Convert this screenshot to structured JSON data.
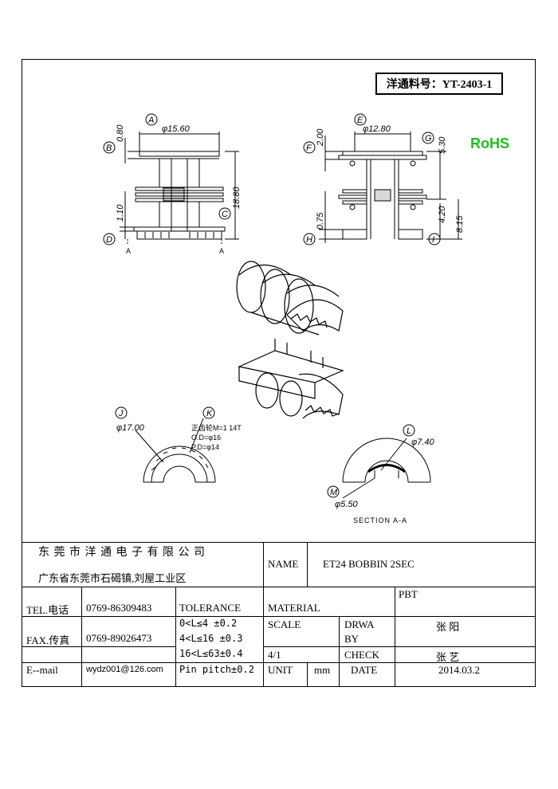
{
  "part_number": "洋通料号：YT-2403-1",
  "rohs": "RoHS",
  "dims": {
    "a_label": "A",
    "a_value": "φ15.60",
    "b_label": "B",
    "b_value": "0.80",
    "c_label": "C",
    "c_value": "18.80",
    "d_label": "D",
    "d_value": "1.10",
    "section_mark": "A",
    "e_label": "E",
    "e_value": "φ12.80",
    "f_label": "F",
    "f_value": "2.00",
    "g_label": "G",
    "g_value": "5.30",
    "h_label": "H",
    "h_value": "0.75",
    "i_label": "I",
    "i_value": "4.20",
    "total_value": "8.15",
    "j_label": "J",
    "j_value": "φ17.00",
    "k_label": "K",
    "gear_line1": "正齿轮M=1 14T",
    "gear_line2": "O.D=φ16",
    "gear_line3": "P.D=φ14",
    "l_label": "L",
    "l_value": "φ7.40",
    "m_label": "M",
    "m_value": "φ5.50",
    "section_caption": "SECTION  A-A"
  },
  "title_block": {
    "company": "东 莞 市 洋 通 电 子 有 限 公 司",
    "address": "广东省东莞市石碣镇,刘屋工业区",
    "name_label": "NAME",
    "name_value": "ET24 BOBBIN 2SEC",
    "tel_label": "TEL.电话",
    "tel_value": "0769-86309483",
    "tolerance_label": "TOLERANCE",
    "material_label": "MATERIAL",
    "material_value": "PBT",
    "fax_label": "FAX.传真",
    "fax_value": "0769-89026473",
    "tol1": "0<L≤4   ±0.2",
    "tol2": "4<L≤16  ±0.3",
    "tol3": "16<L≤63±0.4",
    "tol4": "Pin pitch±0.2",
    "scale_label": "SCALE",
    "scale_value": "4/1",
    "drawn_label_1": "DRWA",
    "drawn_label_2": "BY",
    "drawn_value": "张 阳",
    "check_label": "CHECK",
    "check_value": "张 艺",
    "email_label": "E--mail",
    "email_value": "wydz001@126.com",
    "unit_label": "UNIT",
    "unit_value": "mm",
    "date_label": "DATE",
    "date_value": "2014.03.2"
  }
}
